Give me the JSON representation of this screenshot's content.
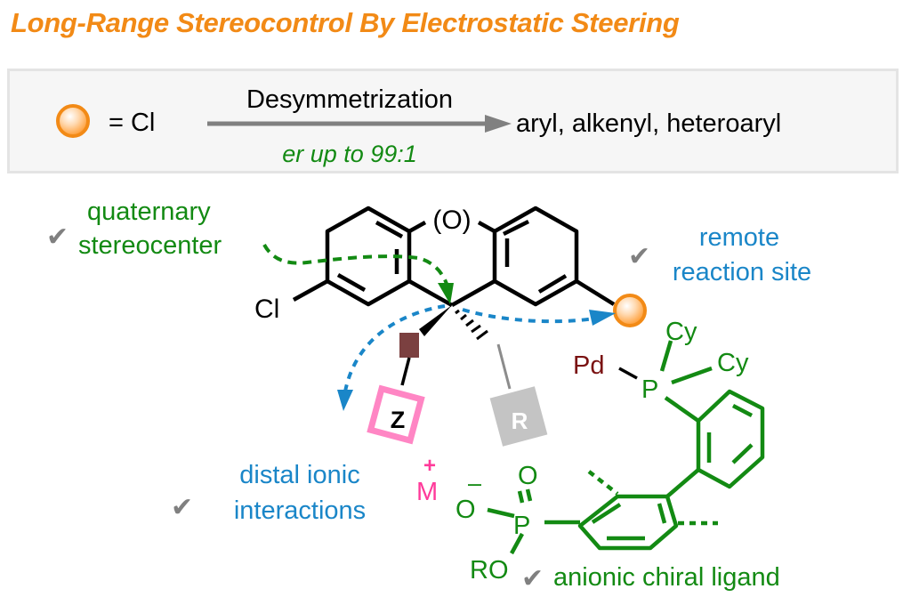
{
  "title": "Long-Range Stereocontrol By Electrostatic Steering",
  "scheme": {
    "legend_equals": "= Cl",
    "arrow_above": "Desymmetrization",
    "arrow_below": "er up to 99:1",
    "product": "aryl, alkenyl, heteroaryl"
  },
  "callouts": {
    "quaternary": [
      "quaternary",
      "stereocenter"
    ],
    "remote": [
      "remote",
      "reaction site"
    ],
    "distal": [
      "distal ionic",
      "interactions"
    ],
    "ligand": "anionic chiral ligand"
  },
  "atoms": {
    "oxygen_bridge": "(O)",
    "chloro": "Cl",
    "z_group": "Z",
    "r_group": "R",
    "metal": "M",
    "metal_charge": "+",
    "palladium": "Pd",
    "phosphorus_top": "P",
    "cy1": "Cy",
    "cy2": "Cy",
    "phos_o_double": "O",
    "phos_o_minus": "O",
    "phos_minus": "–",
    "phos_p": "P",
    "alkoxy": "RO"
  },
  "icons": {
    "check": "check-mark-icon",
    "sphere": "orange-sphere-icon"
  },
  "colors": {
    "title": "#f28a16",
    "green": "#138a13",
    "blue": "#1a86c8",
    "pink": "#ff3a9a",
    "darkred": "#7a1212",
    "check_gray": "#808080",
    "z_box": "#ff86c4",
    "r_box": "#c4c4c4",
    "wedge_square": "#7b4040"
  }
}
